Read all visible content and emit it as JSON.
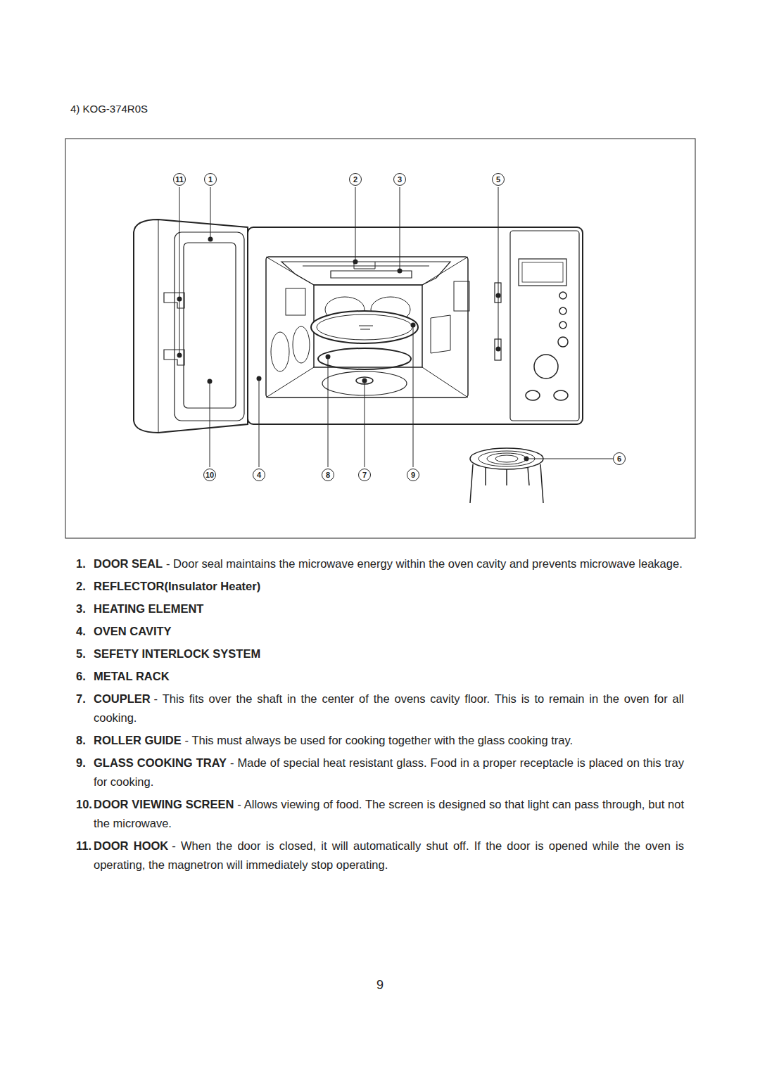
{
  "diagram": {
    "title": "4) KOG-374R0S",
    "labels": [
      "11",
      "1",
      "2",
      "3",
      "5",
      "6",
      "10",
      "4",
      "8",
      "7",
      "9",
      "1.",
      "DOOR SEAL",
      "- Door seal maintains the microwave energy within the oven cavity and prevents microwave leakage.",
      "2.",
      "REFLECTOR(Insulator Heater)",
      "3.",
      "HEATING ELEMENT",
      "4.",
      "OVEN CAVITY",
      "5.",
      "SEFETY INTERLOCK SYSTEM",
      "6.",
      "METAL RACK",
      "7.",
      "COUPLER",
      "- This fits over the shaft in the center of the ovens cavity floor. This is to remain in the oven for all cooking.",
      "8.",
      "ROLLER GUIDE",
      "- This must always be used for cooking together with the glass cooking tray.",
      "9.",
      "GLASS COOKING TRAY",
      "- Made of special heat resistant glass. Food in a proper receptacle is placed on this tray for cooking.",
      "10.",
      "DOOR VIEWING SCREEN",
      "- Allows viewing of food. The screen is designed so that light can pass through, but not the microwave.",
      "11.",
      "DOOR HOOK",
      "- When the door is closed, it will automatically shut off. If the door is opened while the oven is operating, the magnetron will immediately stop operating.",
      "9"
    ]
  }
}
